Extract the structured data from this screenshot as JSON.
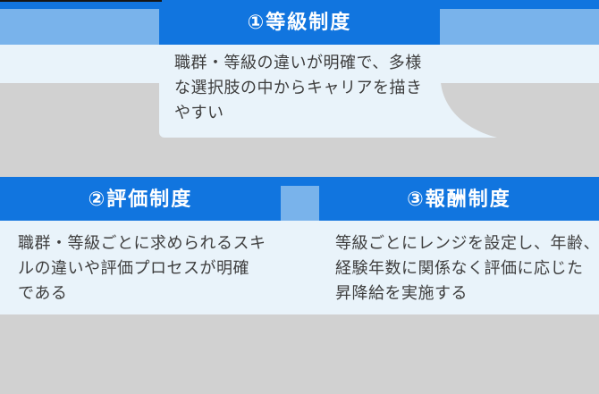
{
  "colors": {
    "accent_blue": "#1175DF",
    "light_blue": "#79B3EB",
    "pale_blue": "#E9F3FA",
    "background_gray": "#D1D1D1",
    "body_text": "#3E3E3E",
    "header_text": "#FFFFFF"
  },
  "sections": [
    {
      "header": "①等級制度",
      "body_lines": [
        "職群・等級の違いが明確で、多様",
        "な選択肢の中からキャリアを描き",
        "やすい"
      ]
    },
    {
      "header": "②評価制度",
      "body_lines": [
        "職群・等級ごとに求められるスキ",
        "ルの違いや評価プロセスが明確",
        "である"
      ]
    },
    {
      "header": "③報酬制度",
      "body_lines": [
        "等級ごとにレンジを設定し、年齢、",
        "経験年数に関係なく評価に応じた",
        "昇降給を実施する"
      ]
    }
  ]
}
